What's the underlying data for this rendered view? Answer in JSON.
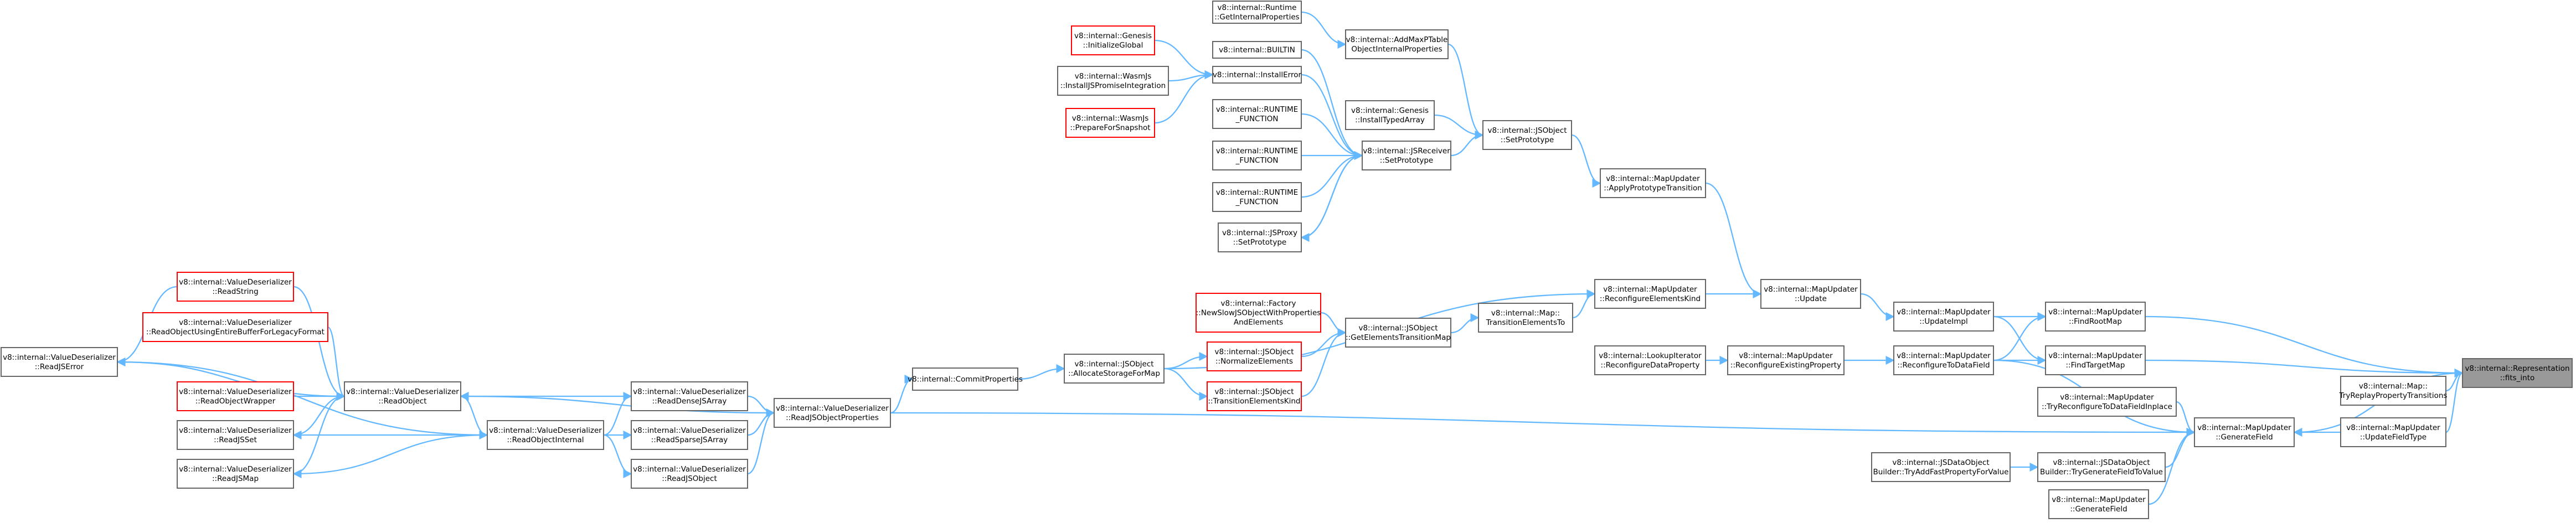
{
  "graph": {
    "kind": "doxygen call graph",
    "colors": {
      "edge": "#63b8ff",
      "node_border": "#666666",
      "missing_border": "#ff0000",
      "focus_fill": "#999999"
    },
    "nodes": [
      {
        "id": "n_root",
        "lines": [
          "v8::internal::Representation",
          "::fits_into"
        ],
        "style": "focus"
      },
      {
        "id": "n_findroot",
        "lines": [
          "v8::internal::MapUpdater",
          "::FindRootMap"
        ],
        "style": "normal"
      },
      {
        "id": "n_findtarget",
        "lines": [
          "v8::internal::MapUpdater",
          "::FindTargetMap"
        ],
        "style": "normal"
      },
      {
        "id": "n_genfield",
        "lines": [
          "v8::internal::MapUpdater",
          "::GenerateField"
        ],
        "style": "normal"
      },
      {
        "id": "n_tryreplay",
        "lines": [
          "v8::internal::Map::",
          "TryReplayPropertyTransitions"
        ],
        "style": "normal"
      },
      {
        "id": "n_updfield",
        "lines": [
          "v8::internal::MapUpdater",
          "::UpdateFieldType"
        ],
        "style": "normal"
      },
      {
        "id": "n_updimpl",
        "lines": [
          "v8::internal::MapUpdater",
          "::UpdateImpl"
        ],
        "style": "normal"
      },
      {
        "id": "n_reconf",
        "lines": [
          "v8::internal::MapUpdater",
          "::ReconfigureToDataField"
        ],
        "style": "normal"
      },
      {
        "id": "n_tryreconf",
        "lines": [
          "v8::internal::MapUpdater",
          "::TryReconfigureToDataFieldInplace"
        ],
        "style": "normal"
      },
      {
        "id": "n_update",
        "lines": [
          "v8::internal::MapUpdater",
          "::Update"
        ],
        "style": "normal"
      },
      {
        "id": "n_reconfexist",
        "lines": [
          "v8::internal::MapUpdater",
          "::ReconfigureExistingProperty"
        ],
        "style": "normal"
      },
      {
        "id": "n_lookup",
        "lines": [
          "v8::internal::LookupIterator",
          "::ReconfigureDataProperty"
        ],
        "style": "normal"
      },
      {
        "id": "n_tryaddfast",
        "lines": [
          "v8::internal::JSDataObject",
          "Builder::TryAddFastPropertyForValue"
        ],
        "style": "normal"
      },
      {
        "id": "n_trygenfield",
        "lines": [
          "v8::internal::JSDataObject",
          "Builder::TryGenerateFieldToValue"
        ],
        "style": "normal"
      },
      {
        "id": "n_genfield2",
        "lines": [
          "v8::internal::MapUpdater",
          "::GenerateField"
        ],
        "style": "normal"
      },
      {
        "id": "n_applyproto",
        "lines": [
          "v8::internal::MapUpdater",
          "::ApplyPrototypeTransition"
        ],
        "style": "normal"
      },
      {
        "id": "n_reconfelem",
        "lines": [
          "v8::internal::MapUpdater",
          "::ReconfigureElementsKind"
        ],
        "style": "normal"
      },
      {
        "id": "n_jsosetproto",
        "lines": [
          "v8::internal::JSObject",
          "::SetPrototype"
        ],
        "style": "normal"
      },
      {
        "id": "n_addmaxpstable",
        "lines": [
          "v8::internal::AddMaxPTable",
          "ObjectInternalProperties"
        ],
        "style": "normal"
      },
      {
        "id": "n_rtgetint",
        "lines": [
          "v8::internal::Runtime",
          "::GetInternalProperties"
        ],
        "style": "normal"
      },
      {
        "id": "n_geninstall",
        "lines": [
          "v8::internal::Genesis",
          "::InstallTypedArray"
        ],
        "style": "normal"
      },
      {
        "id": "n_jsrsetproto",
        "lines": [
          "v8::internal::JSReceiver",
          "::SetPrototype"
        ],
        "style": "normal"
      },
      {
        "id": "n_builtin",
        "lines": [
          "v8::internal::BUILTIN"
        ],
        "style": "normal"
      },
      {
        "id": "n_installerror",
        "lines": [
          "v8::internal::InstallError"
        ],
        "style": "normal"
      },
      {
        "id": "n_geninitglobal",
        "lines": [
          "v8::internal::Genesis",
          "::InitializeGlobal"
        ],
        "style": "missing"
      },
      {
        "id": "n_wasminstall",
        "lines": [
          "v8::internal::WasmJs",
          "::InstallJSPromiseIntegration"
        ],
        "style": "normal"
      },
      {
        "id": "n_wasmprep",
        "lines": [
          "v8::internal::WasmJs",
          "::PrepareForSnapshot"
        ],
        "style": "missing"
      },
      {
        "id": "n_rtf1",
        "lines": [
          "v8::internal::RUNTIME",
          "_FUNCTION"
        ],
        "style": "normal"
      },
      {
        "id": "n_rtf2",
        "lines": [
          "v8::internal::RUNTIME",
          "_FUNCTION"
        ],
        "style": "normal"
      },
      {
        "id": "n_rtf3",
        "lines": [
          "v8::internal::RUNTIME",
          "_FUNCTION"
        ],
        "style": "normal"
      },
      {
        "id": "n_jsproxy",
        "lines": [
          "v8::internal::JSProxy",
          "::SetPrototype"
        ],
        "style": "normal"
      },
      {
        "id": "n_transto",
        "lines": [
          "v8::internal::Map::",
          "TransitionElementsTo"
        ],
        "style": "normal"
      },
      {
        "id": "n_getelemtrans",
        "lines": [
          "v8::internal::JSObject",
          "::GetElementsTransitionMap"
        ],
        "style": "normal"
      },
      {
        "id": "n_factory",
        "lines": [
          "v8::internal::Factory",
          "::NewSlowJSObjectWithProperties",
          "AndElements"
        ],
        "style": "missing"
      },
      {
        "id": "n_normelem",
        "lines": [
          "v8::internal::JSObject",
          "::NormalizeElements"
        ],
        "style": "missing"
      },
      {
        "id": "n_transelemkind",
        "lines": [
          "v8::internal::JSObject",
          "::TransitionElementsKind"
        ],
        "style": "missing"
      },
      {
        "id": "n_alloc",
        "lines": [
          "v8::internal::JSObject",
          "::AllocateStorageForMap"
        ],
        "style": "normal"
      },
      {
        "id": "n_commit",
        "lines": [
          "v8::internal::CommitProperties"
        ],
        "style": "normal"
      },
      {
        "id": "n_readjsprops",
        "lines": [
          "v8::internal::ValueDeserializer",
          "::ReadJSObjectProperties"
        ],
        "style": "normal"
      },
      {
        "id": "n_readdense",
        "lines": [
          "v8::internal::ValueDeserializer",
          "::ReadDenseJSArray"
        ],
        "style": "normal"
      },
      {
        "id": "n_readsparse",
        "lines": [
          "v8::internal::ValueDeserializer",
          "::ReadSparseJSArray"
        ],
        "style": "normal"
      },
      {
        "id": "n_readjsobj",
        "lines": [
          "v8::internal::ValueDeserializer",
          "::ReadJSObject"
        ],
        "style": "normal"
      },
      {
        "id": "n_readobjint",
        "lines": [
          "v8::internal::ValueDeserializer",
          "::ReadObjectInternal"
        ],
        "style": "normal"
      },
      {
        "id": "n_readobject",
        "lines": [
          "v8::internal::ValueDeserializer",
          "::ReadObject"
        ],
        "style": "normal"
      },
      {
        "id": "n_readstring",
        "lines": [
          "v8::internal::ValueDeserializer",
          "::ReadString"
        ],
        "style": "missing"
      },
      {
        "id": "n_readlegacy",
        "lines": [
          "v8::internal::ValueDeserializer",
          "::ReadObjectUsingEntireBufferForLegacyFormat"
        ],
        "style": "missing"
      },
      {
        "id": "n_readwrapper",
        "lines": [
          "v8::internal::ValueDeserializer",
          "::ReadObjectWrapper"
        ],
        "style": "missing"
      },
      {
        "id": "n_readset",
        "lines": [
          "v8::internal::ValueDeserializer",
          "::ReadJSSet"
        ],
        "style": "normal"
      },
      {
        "id": "n_readmap",
        "lines": [
          "v8::internal::ValueDeserializer",
          "::ReadJSMap"
        ],
        "style": "normal"
      },
      {
        "id": "n_readerror",
        "lines": [
          "v8::internal::ValueDeserializer",
          "::ReadJSError"
        ],
        "style": "normal"
      }
    ]
  }
}
